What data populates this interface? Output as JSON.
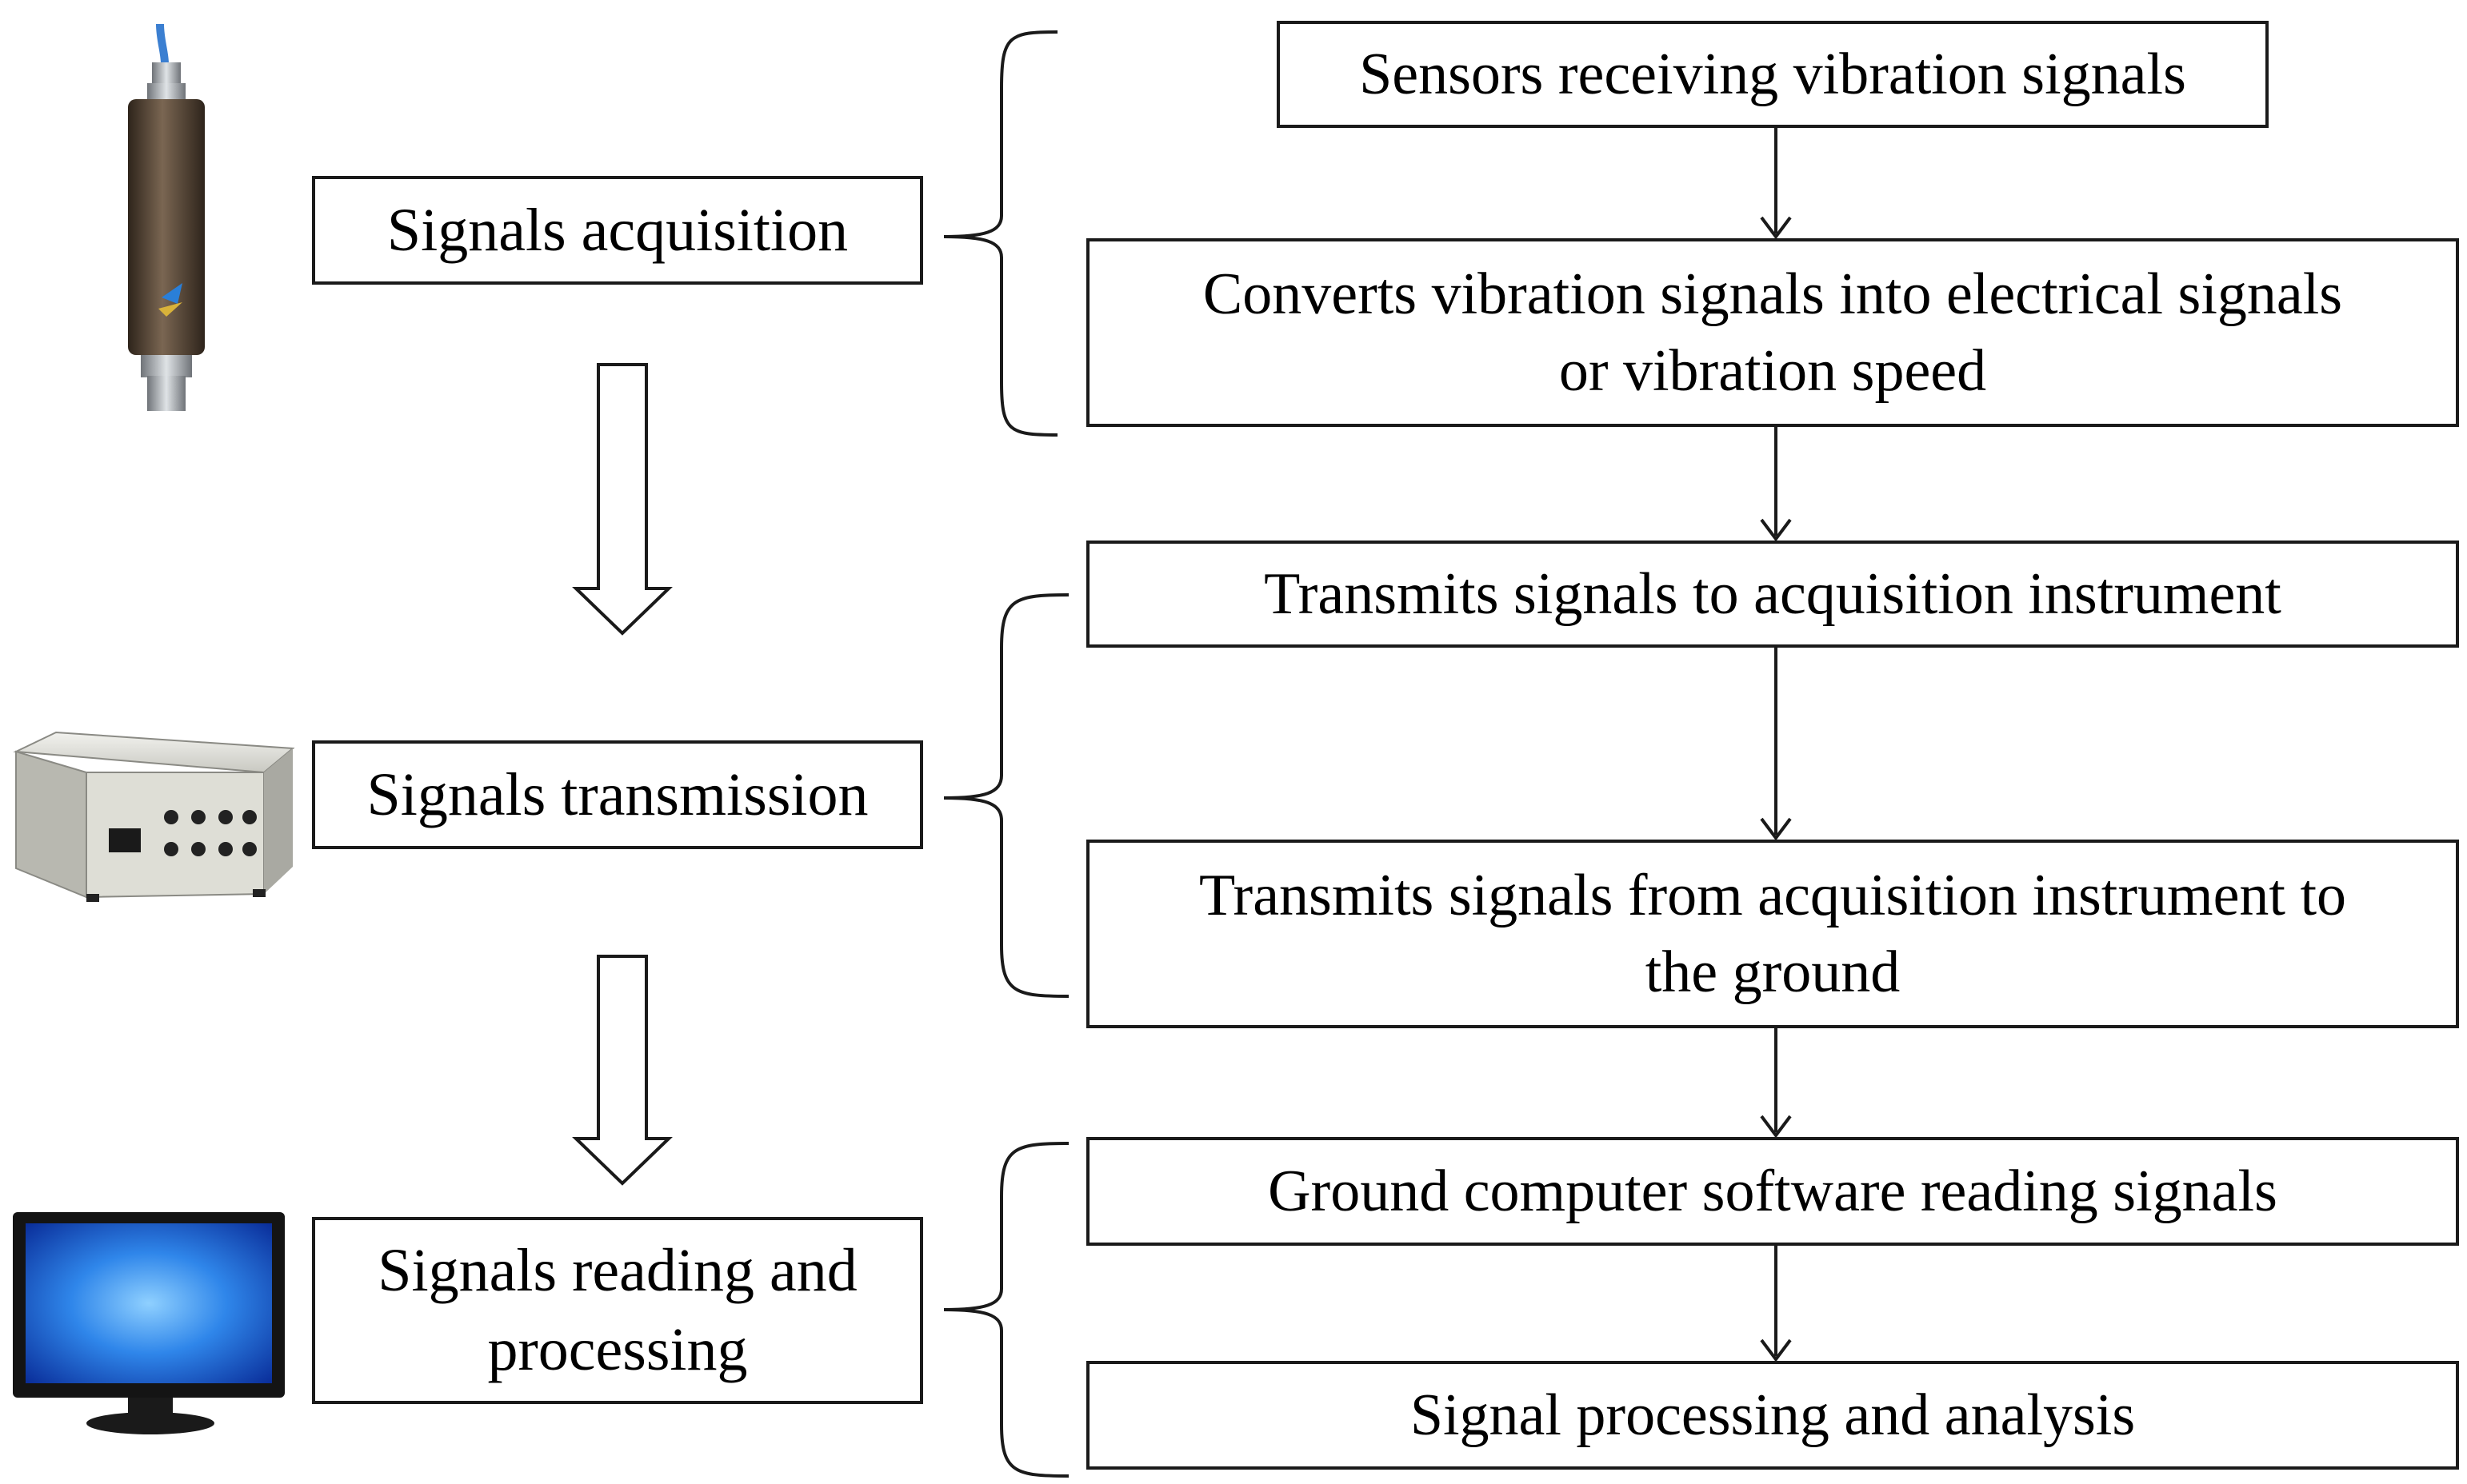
{
  "stages": [
    {
      "id": "acquisition",
      "label": "Signals acquisition",
      "image": "vibration-sensor"
    },
    {
      "id": "transmission",
      "label": "Signals transmission",
      "image": "acquisition-instrument"
    },
    {
      "id": "processing",
      "label": "Signals reading and\nprocessing",
      "image": "computer-monitor"
    }
  ],
  "steps": [
    {
      "label": "Sensors receiving vibration signals"
    },
    {
      "label": "Converts vibration signals into electrical signals\nor vibration speed"
    },
    {
      "label": "Transmits signals to acquisition instrument"
    },
    {
      "label": "Transmits signals from acquisition instrument to\nthe ground"
    },
    {
      "label": "Ground computer software reading signals"
    },
    {
      "label": "Signal processing and analysis"
    }
  ],
  "colors": {
    "line": "#1a1a1a",
    "sensor_body": "#5a4a3a",
    "sensor_cable": "#3b7fd1",
    "instrument_body": "#d8d8d0",
    "screen": "#1e63d6"
  }
}
